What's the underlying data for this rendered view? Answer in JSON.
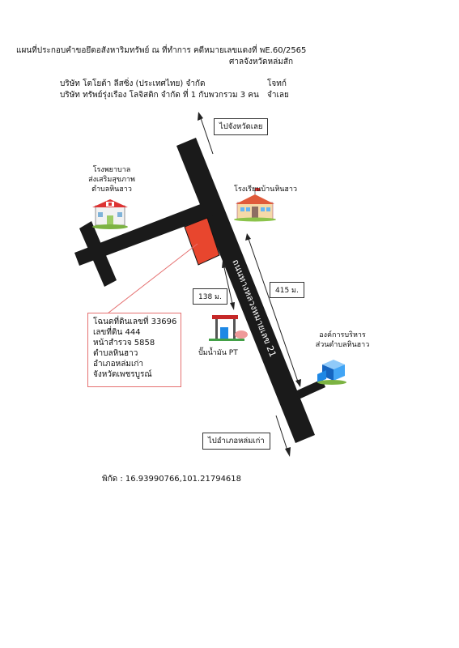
{
  "header": {
    "title": "แผนที่ประกอบคำขอยึดอสังหาริมทรัพย์ ณ ที่ทำการ คดีหมายเลขแดงที่ พE.60/2565",
    "court": "ศาลจังหวัดหล่มสัก"
  },
  "parties": [
    {
      "name": "บริษัท โตโยต้า ลีสซิ่ง (ประเทศไทย) จำกัด",
      "role": "โจทก์"
    },
    {
      "name": "บริษัท ทรัพย์รุ่งเรือง โลจิสติก จำกัด ที่ 1 กับพวกรวม 3 คน",
      "role": "จำเลย"
    }
  ],
  "map": {
    "to_loei": "ไปจังหวัดเลย",
    "to_lomkao": "ไปอำเภอหล่มเก่า",
    "road": "ถนนทางหลวงหมายเลข 21",
    "hospital": [
      "โรงพยาบาล",
      "ส่งเสริมสุขภาพ",
      "ตำบลหินฮาว"
    ],
    "school": "โรงเรียนบ้านหินฮาว",
    "gas_station": "ปั๊มน้ำมัน PT",
    "tao": [
      "องค์การบริหาร",
      "ส่วนตำบลหินฮาว"
    ],
    "distance_138": "138 ม.",
    "distance_415": "415 ม.",
    "colors": {
      "road": "#1a1a1a",
      "parcel": "#e8462e",
      "pointer": "#e57070"
    }
  },
  "parcel": {
    "deed": "โฉนดที่ดินเลขที่ 33696",
    "land_no": "เลขที่ดิน 444",
    "survey": "หน้าสำรวจ 5858",
    "subdistrict": "ตำบลหินฮาว",
    "district": "อำเภอหล่มเก่า",
    "province": "จังหวัดเพชรบูรณ์"
  },
  "coordinates": "พิกัด : 16.93990766,101.21794618"
}
